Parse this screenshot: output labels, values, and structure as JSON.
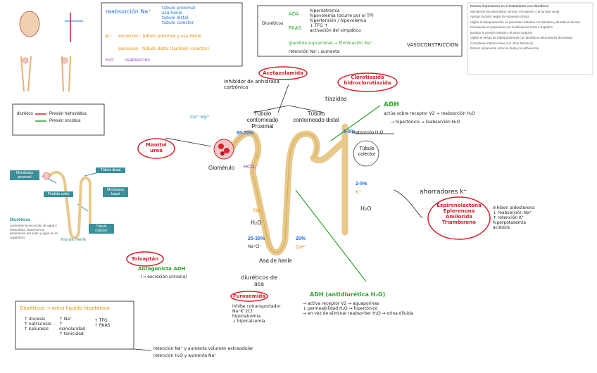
{
  "top_box": {
    "line1_head": "reabsorción Na⁺",
    "line1_items": [
      "túbulo proximal",
      "asa henle",
      "túbulo distal",
      "túbulo colector"
    ],
    "line2_k": "K⁺",
    "line2_text": "excreción · túbulo proximal y asa henle",
    "line3": "secreción · túbulo distal   (también colector)",
    "line4_head": "H₂O",
    "line4_text": "reabsorción"
  },
  "infobox": {
    "label": "Diuréticos",
    "ada": "ADA",
    "paas": "PAAS",
    "items": [
      "hipernatremia",
      "hipovolemia (ocurre por el TP)",
      "hipertensión / hipovolemia",
      "↓ TFG ↑",
      "activación del simpático",
      "glándula suprarrenal → Eliminación Na⁺"
    ],
    "vasoconstriccion": "VASOCONSTRICCIÓN",
    "bottom": "retención Na⁺, aumenta"
  },
  "legend": {
    "label": "diurético",
    "presion_h": "Presión hidrostática",
    "presion_o": "Presión oncótica"
  },
  "notes": {
    "title": "Puntos importantes en el tratamiento con diuréticos",
    "items": [
      "Monitorear los electrolitos séricos, el volumen y la función renal",
      "Ajustar la dosis según la respuesta clínica",
      "Vigilar la hipopotasemia en pacientes tratados con tiazidas y diuréticos de asa",
      "Precaución en pacientes con insuficiencia renal o hepática",
      "Evaluar la presión arterial y el peso corporal",
      "Vigilar el riesgo de hiperpotasemia con diuréticos ahorradores de potasio",
      "Considerar interacciones con otros fármacos",
      "Educar al paciente sobre la dieta y la adherencia"
    ]
  },
  "nephron": {
    "tubulo_proximal": "Túbulo contorneado Proximal",
    "tubulo_distal": "Túbulo contorneado distal",
    "glomerulo": "Glomérulo",
    "asa_henle": "Asa de henle",
    "tubulo_colector": "Túbulo colector",
    "tiazidas": "tiazidas",
    "adh": "ADH",
    "asa_henle_label": "diuréticos de asa",
    "inhib_anhidrasa": "Inhibidor de anhidrasa carbónica",
    "manitol": "Manitol urea",
    "acetazolamida": "Acetazolamida",
    "clorotiazida": "Clorotiazida hidroclorotiazida",
    "furosemida": "Furosemida",
    "tolvaptan": "Tolvaptán",
    "antagonista_adh": "Antagonista ADH",
    "ahorradores": "ahorradores k⁺",
    "espironolactona": "Espironolactona Eplerenona Amilorida Triamtereno",
    "adh_bottom": "ADH (antidiurética H₂O)",
    "pct_pct": "65-70%",
    "dct_pct": "5-8%",
    "loop_pct": "25-30%",
    "loop_pct2": "20%",
    "col_pct": "2-5%",
    "na": "Na⁺",
    "h2o": "H₂O",
    "k": "K⁺",
    "ca": "Ca²⁺",
    "hco3": "HCO₃⁻",
    "reabsorcion_h2o": "reabsorción H₂O",
    "na_cl": "Na⁺Cl⁻",
    "ca_mg": "Ca²⁺ Mg²⁺"
  },
  "small_notes": {
    "adh_right1": "actúa sobre receptor V2 → reabsorción H₂O",
    "adh_right2": "→ hipertónico → reabsorción H₂O",
    "furosemida_notes": [
      "inhibe cotransportador Na⁺K⁺2Cl⁻",
      "hiponatremia",
      "↓ hipocalcemia"
    ],
    "adh_bottom_notes": [
      "→ activa receptor V2 → aquaporinas",
      "↓ permeabilidad H₂O → hipertónico",
      "→ en vez de eliminar reabsorber H₂O → orina diluida"
    ],
    "ahorr_notes": [
      "inhiben aldosterona",
      "↓ reabsorción Na⁺",
      "↑ retención K⁺",
      "hiperpotasemia",
      "acidosis"
    ],
    "tolvaptan_note": "(→ excreción urinaria)"
  },
  "bottom_box": {
    "title": "Diuréticos → orina líquido hipotónico",
    "col1": [
      "↑ diuresis",
      "↑ natriuresis",
      "↑ kaliuresis"
    ],
    "col2": [
      "↑ Na⁺",
      "↑ osmolaridad",
      "↑ tonicidad"
    ],
    "col3": [
      "↑ TFG",
      "↑ PAAS"
    ],
    "bottom_line1": "retención Na⁺ y aumenta volumen extracelular",
    "bottom_line2": "retención H₂O y aumenta Na⁺"
  },
  "left_diagram": {
    "boxes": [
      "Membrana proximal",
      "Túbulo distal",
      "Pérdida sodio",
      "Membrana basal",
      "Túbulo colector",
      "Asa de Henle"
    ],
    "caption_title": "Diuréticos",
    "caption": "Aumentan la excreción de agua y electrolitos, favorecen la eliminación del sodio y agua en el organismo."
  }
}
